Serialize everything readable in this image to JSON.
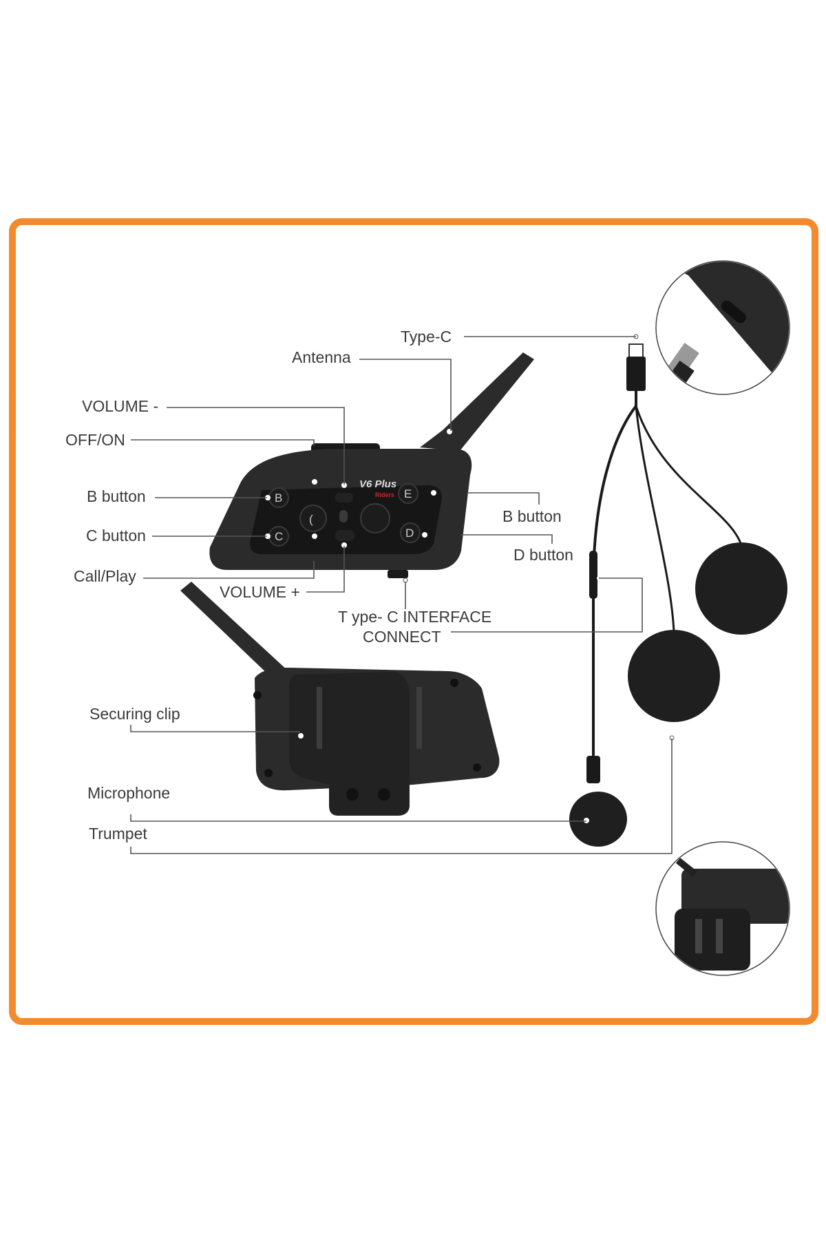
{
  "colors": {
    "frame": "#f28a2e",
    "device": "#2b2b2b",
    "leader": "#555555",
    "brand_accent": "#d0262a"
  },
  "labels": {
    "type_c": "Type-C",
    "antenna": "Antenna",
    "volume_minus": "VOLUME -",
    "off_on": "OFF/ON",
    "b_button_left": "B button",
    "c_button": "C button",
    "call_play": "Call/Play",
    "volume_plus": "VOLUME +",
    "type_c_interface_line1": "T ype- C INTERFACE",
    "type_c_interface_line2": "CONNECT",
    "b_button_right": "B button",
    "d_button": "D button",
    "securing_clip": "Securing clip",
    "microphone": "Microphone",
    "trumpet": "Trumpet"
  },
  "device": {
    "model": "V6 Plus",
    "sub_brand": "Riders",
    "buttons": [
      "B",
      "C",
      "E",
      "D"
    ]
  }
}
